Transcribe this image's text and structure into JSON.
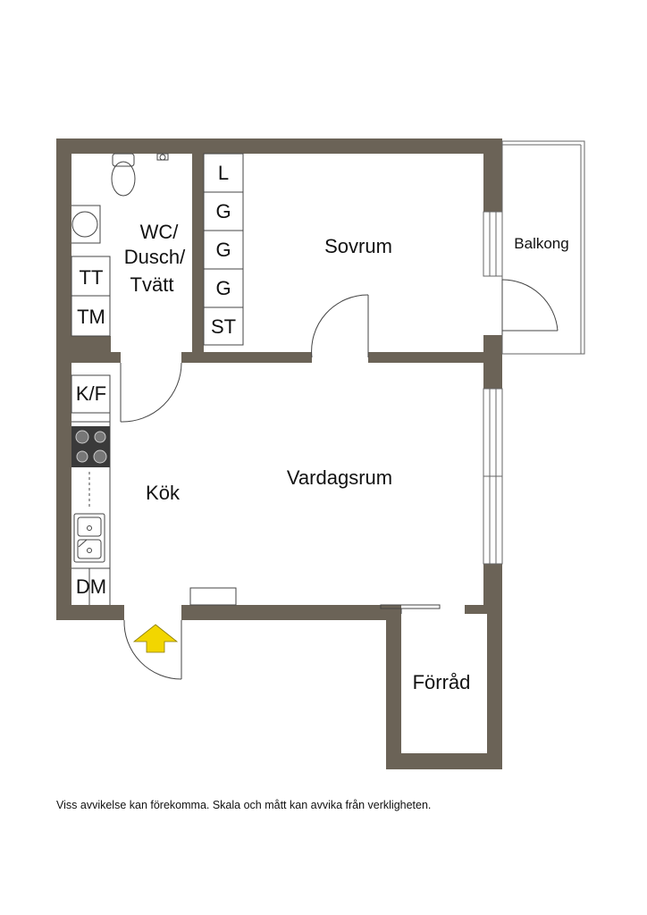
{
  "rooms": {
    "wc": [
      "WC/",
      "Dusch/",
      "Tvätt"
    ],
    "sovrum": "Sovrum",
    "balkong": "Balkong",
    "vardagsrum": "Vardagsrum",
    "kok": "Kök",
    "forrad": "Förråd"
  },
  "fixtures": {
    "tt": "TT",
    "tm": "TM",
    "kf": "K/F",
    "dm": "DM",
    "closets": [
      "L",
      "G",
      "G",
      "G",
      "ST"
    ]
  },
  "colors": {
    "wall": "#6b6357",
    "entrance_arrow": "#f2d600"
  },
  "disclaimer": "Viss avvikelse kan förekomma. Skala och mått kan avvika från verkligheten."
}
